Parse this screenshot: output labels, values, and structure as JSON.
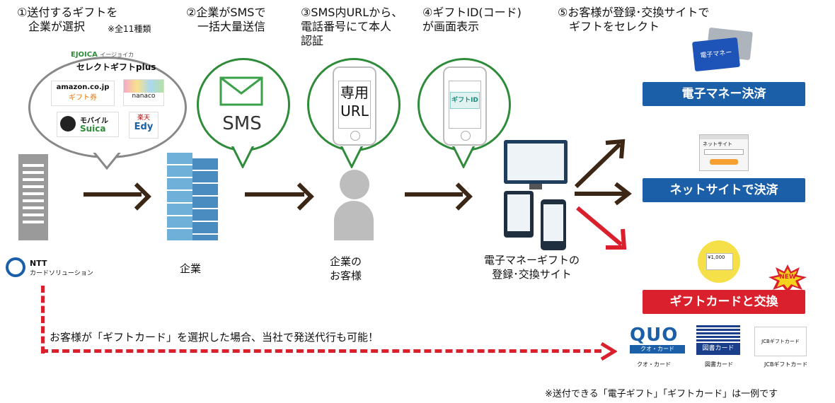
{
  "steps": [
    "①送付するギフトを\n　企業が選択",
    "②企業がSMSで\n　一括大量送信",
    "③SMS内URLから、\n電話番号にて本人\n認証",
    "④ギフトID(コード)\nが画面表示",
    "⑤お客様が登録･交換サイトで\n　ギフトをセレクト"
  ],
  "step1_note": "※全11種類",
  "giftbubble": {
    "brand_top": "EJOICA",
    "brand_sub": "イージョイカ",
    "title": "セレクトギフトplus",
    "amazon_1": "amazon.co.jp",
    "amazon_2": "ギフト券",
    "nanaco": "nanaco",
    "suica_1": "モバイル",
    "suica_2": "Suica",
    "edy_1": "楽天",
    "edy_2": "Edy"
  },
  "sms_label": "SMS",
  "url_label": "専用\nURL",
  "giftid_label": "ギフトID",
  "ntt_1": "NTT",
  "ntt_2": "カードソリューション",
  "company_label": "企業",
  "customer_label": "企業の\nお客様",
  "site_label": "電子マネーギフトの\n登録･交換サイト",
  "options": {
    "emoney_card": "電子マネー",
    "emoney": "電子マネー決済",
    "net_title": "ネットサイト",
    "net": "ネットサイトで決済",
    "price": "¥1,000",
    "giftcard": "ギフトカードと交換",
    "new_badge": "NEW"
  },
  "dashed_text": "お客様が「ギフトカード」を選択した場合、当社で発送代行も可能！",
  "cards": {
    "quo_logo": "QUO",
    "quo_sub": "クオ・カード",
    "quo": "クオ・カード",
    "tosho_logo": "図書カード",
    "tosho": "図書カード",
    "jcb_logo": "JCBギフトカード",
    "jcb": "JCBギフトカード"
  },
  "footnote": "※送付できる「電子ギフト」「ギフトカード」は一例です",
  "colors": {
    "green": "#2e8b3a",
    "brown": "#3c2716",
    "blue": "#1a5fa8",
    "red": "#d9202c"
  }
}
